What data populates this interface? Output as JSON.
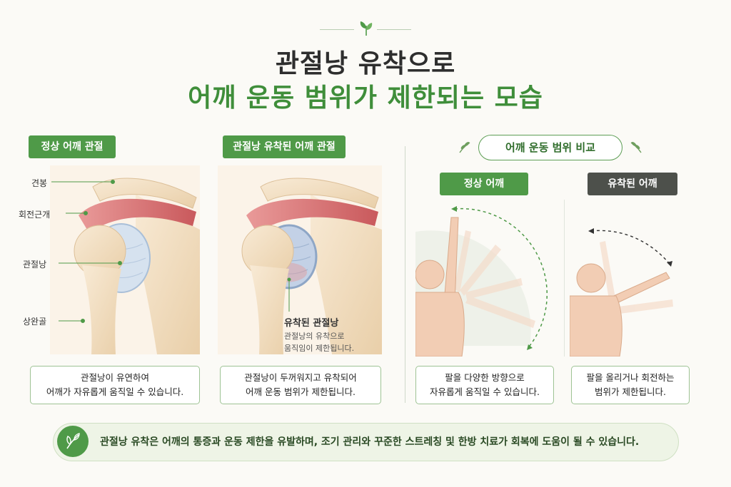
{
  "title": {
    "line1": "관절낭 유착으로",
    "line2": "어깨 운동 범위가 제한되는 모습"
  },
  "panels": {
    "normal": {
      "tag": "정상 어깨 관절",
      "labels": [
        "견봉",
        "회전근개",
        "관절낭",
        "상완골"
      ],
      "caption": [
        "관절낭이 유연하여",
        "어깨가 자유롭게 움직일 수 있습니다."
      ]
    },
    "adhesive": {
      "tag": "관절낭 유착된 어깨 관절",
      "note_title": "유착된 관절낭",
      "note_sub": [
        "관절낭의 유착으로",
        "움직임이 제한됩니다."
      ],
      "caption": [
        "관절낭이 두꺼워지고 유착되어",
        "어깨 운동 범위가 제한됩니다."
      ]
    }
  },
  "comparison": {
    "heading": "어깨 운동 범위 비교",
    "normal": {
      "tag": "정상 어깨",
      "caption": [
        "팔을 다양한 방향으로",
        "자유롭게 움직일 수 있습니다."
      ]
    },
    "adhesive": {
      "tag": "유착된 어깨",
      "caption": [
        "팔을 올리거나 회전하는",
        "범위가 제한됩니다."
      ]
    }
  },
  "banner": {
    "text": "관절낭 유착은 어깨의 통증과 운동 제한을 유발하며, 조기 관리와 꾸준한 스트레칭 및 한방 치료가 회복에 도움이 될 수 있습니다."
  },
  "colors": {
    "brand_green": "#4f9a48",
    "dark_tag": "#4d504b",
    "bone": "#f3dfc3",
    "muscle": "#d9797a",
    "capsule": "#c9d8ea"
  },
  "icons": [
    "leaf-sprig-icon",
    "leaf-icon"
  ]
}
